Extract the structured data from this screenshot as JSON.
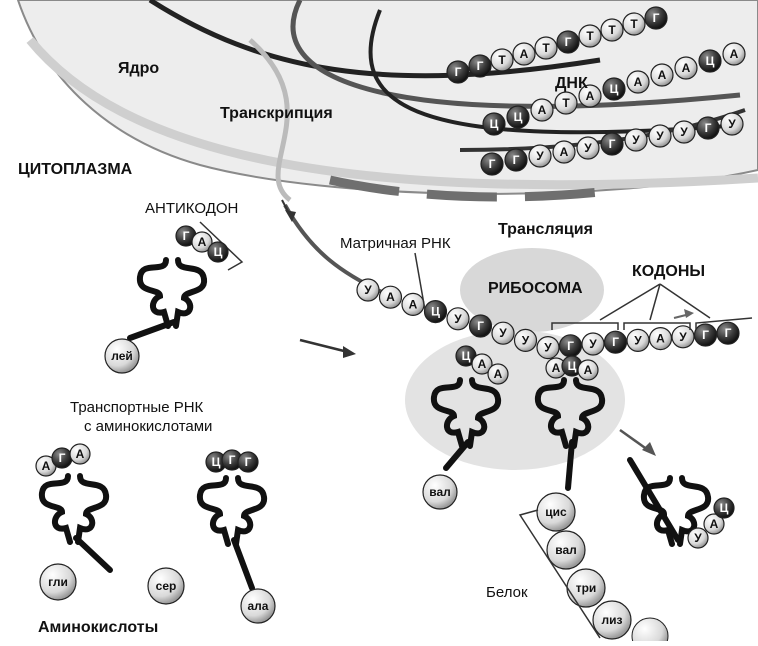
{
  "labels": {
    "nucleus": "Ядро",
    "transcription": "Транскрипция",
    "dna": "ДНК",
    "cytoplasm": "ЦИТОПЛАЗМА",
    "anticodon": "АНТИКОДОН",
    "translation": "Трансляция",
    "mrna": "Матричная РНК",
    "ribosome": "РИБОСОМА",
    "codons": "КОДОНЫ",
    "trna_line1": "Транспортные РНК",
    "trna_line2": "с аминокислотами",
    "protein": "Белок",
    "amino_acids": "Аминокислоты"
  },
  "dna": {
    "strand1": [
      "Г",
      "Г",
      "Т",
      "А",
      "Т",
      "Г",
      "Т",
      "Т",
      "Т",
      "Г"
    ],
    "strand2": [
      "Ц",
      "Ц",
      "А",
      "Т",
      "А",
      "Ц",
      "А",
      "А",
      "А",
      "Ц",
      "А"
    ],
    "strand3": [
      "Г",
      "Г",
      "У",
      "А",
      "У",
      "Г",
      "У",
      "У",
      "У",
      "Г",
      "У"
    ]
  },
  "mrna": [
    "У",
    "А",
    "А",
    "Ц",
    "У",
    "Г",
    "У",
    "У",
    "У",
    "Г",
    "У",
    "Г",
    "У",
    "А",
    "У",
    "Г",
    "Г"
  ],
  "trna": {
    "leu": {
      "anticodon": [
        "Г",
        "А",
        "Ц"
      ],
      "amino": "лей"
    },
    "free1": {
      "anticodon": [
        "А",
        "Г",
        "А"
      ]
    },
    "ala": {
      "anticodon": [
        "Ц",
        "Г",
        "Г"
      ],
      "amino": "ала"
    },
    "bound1": {
      "anticodon": [
        "Ц",
        "А",
        "А"
      ],
      "amino": "вал"
    },
    "bound2": {
      "anticodon": [
        "А",
        "Ц",
        "А"
      ]
    },
    "leaving": {
      "anticodon": [
        "У",
        "А",
        "Ц"
      ]
    }
  },
  "free_amino": [
    "гли",
    "сер"
  ],
  "protein_chain": [
    "цис",
    "вал",
    "три",
    "лиз"
  ]
}
